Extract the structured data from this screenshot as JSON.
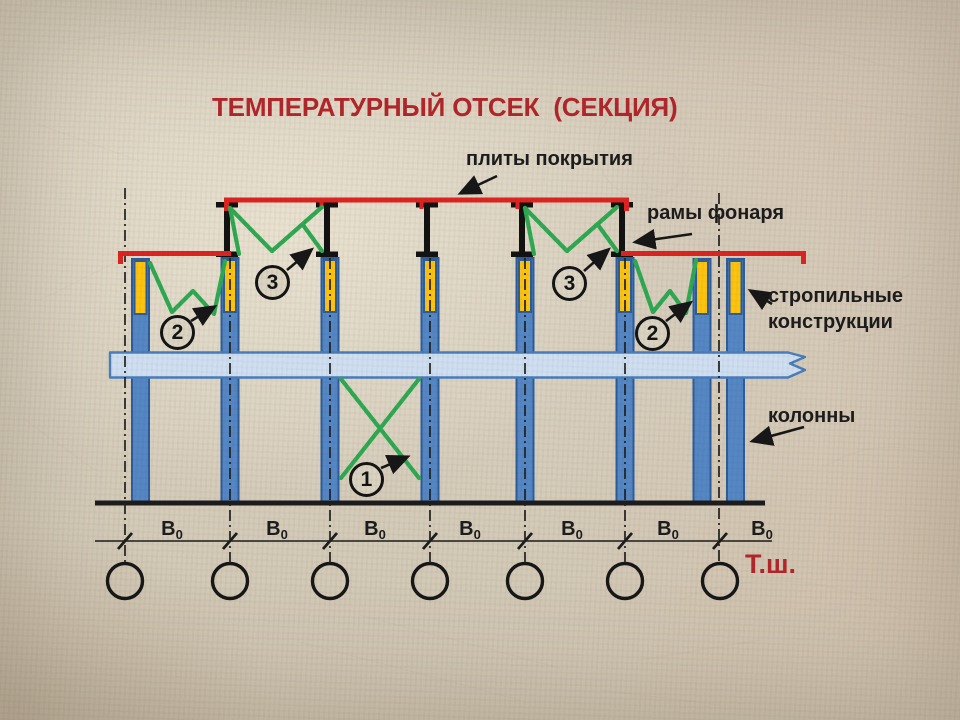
{
  "title": "ТЕМПЕРАТУРНЫЙ ОТСЕК  (СЕКЦИЯ)",
  "labels": {
    "roof_slabs": "плиты покрытия",
    "lantern_frames": "рамы фонаря",
    "rafter_line1": "стропильные",
    "rafter_line2": "конструкции",
    "columns": "колонны",
    "temperature_joint": "Т.ш."
  },
  "callouts": {
    "c1": "1",
    "c2": "2",
    "c3": "3"
  },
  "dimensions": {
    "bay": "В",
    "bay_sub": "0",
    "bay_count": 7
  },
  "colors": {
    "title_red": "#b2262b",
    "accent_red": "#dd2420",
    "brace_green": "#2fa952",
    "column_blue": "#5587c5",
    "column_border": "#2d5d9b",
    "beam_fill": "#cfdff2",
    "beam_border": "#4a7ebb",
    "truss_yellow": "#fdc40f",
    "ink": "#1c1c1c",
    "paper": "#d7cebd"
  }
}
